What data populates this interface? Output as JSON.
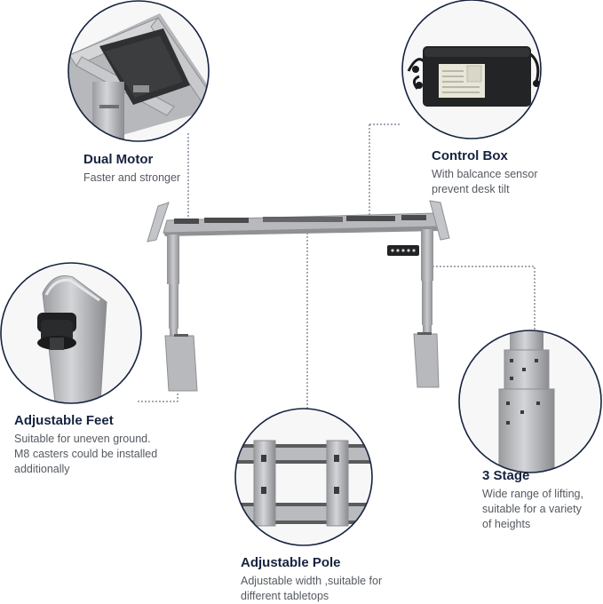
{
  "colors": {
    "circle_border": "#16233f",
    "title": "#16233f",
    "desc": "#555a60",
    "leader_line": "#44546a",
    "frame_metal": "#a9abae",
    "frame_dark": "#3a3b3d"
  },
  "features": {
    "dual_motor": {
      "title": "Dual Motor",
      "lines": [
        "Faster and stronger"
      ]
    },
    "control_box": {
      "title": "Control Box",
      "lines": [
        "With balcance sensor",
        "prevent desk tilt"
      ]
    },
    "adjustable_feet": {
      "title": "Adjustable Feet",
      "lines": [
        "Suitable for uneven ground.",
        "M8 casters could be installed",
        "additionally"
      ]
    },
    "three_stage": {
      "title": "3 Stage",
      "lines": [
        "Wide range of lifting,",
        "suitable for a variety",
        "of heights"
      ]
    },
    "adjustable_pole": {
      "title": "Adjustable Pole",
      "lines": [
        "Adjustable width ,suitable for",
        "different  tabletops"
      ]
    }
  },
  "icons": {
    "motor_detail": "motor-closeup-icon",
    "control_box_detail": "control-box-closeup-icon",
    "feet_detail": "adjustable-foot-closeup-icon",
    "stage_detail": "three-stage-leg-closeup-icon",
    "pole_detail": "crossbar-closeup-icon",
    "desk_frame": "desk-frame-icon"
  }
}
